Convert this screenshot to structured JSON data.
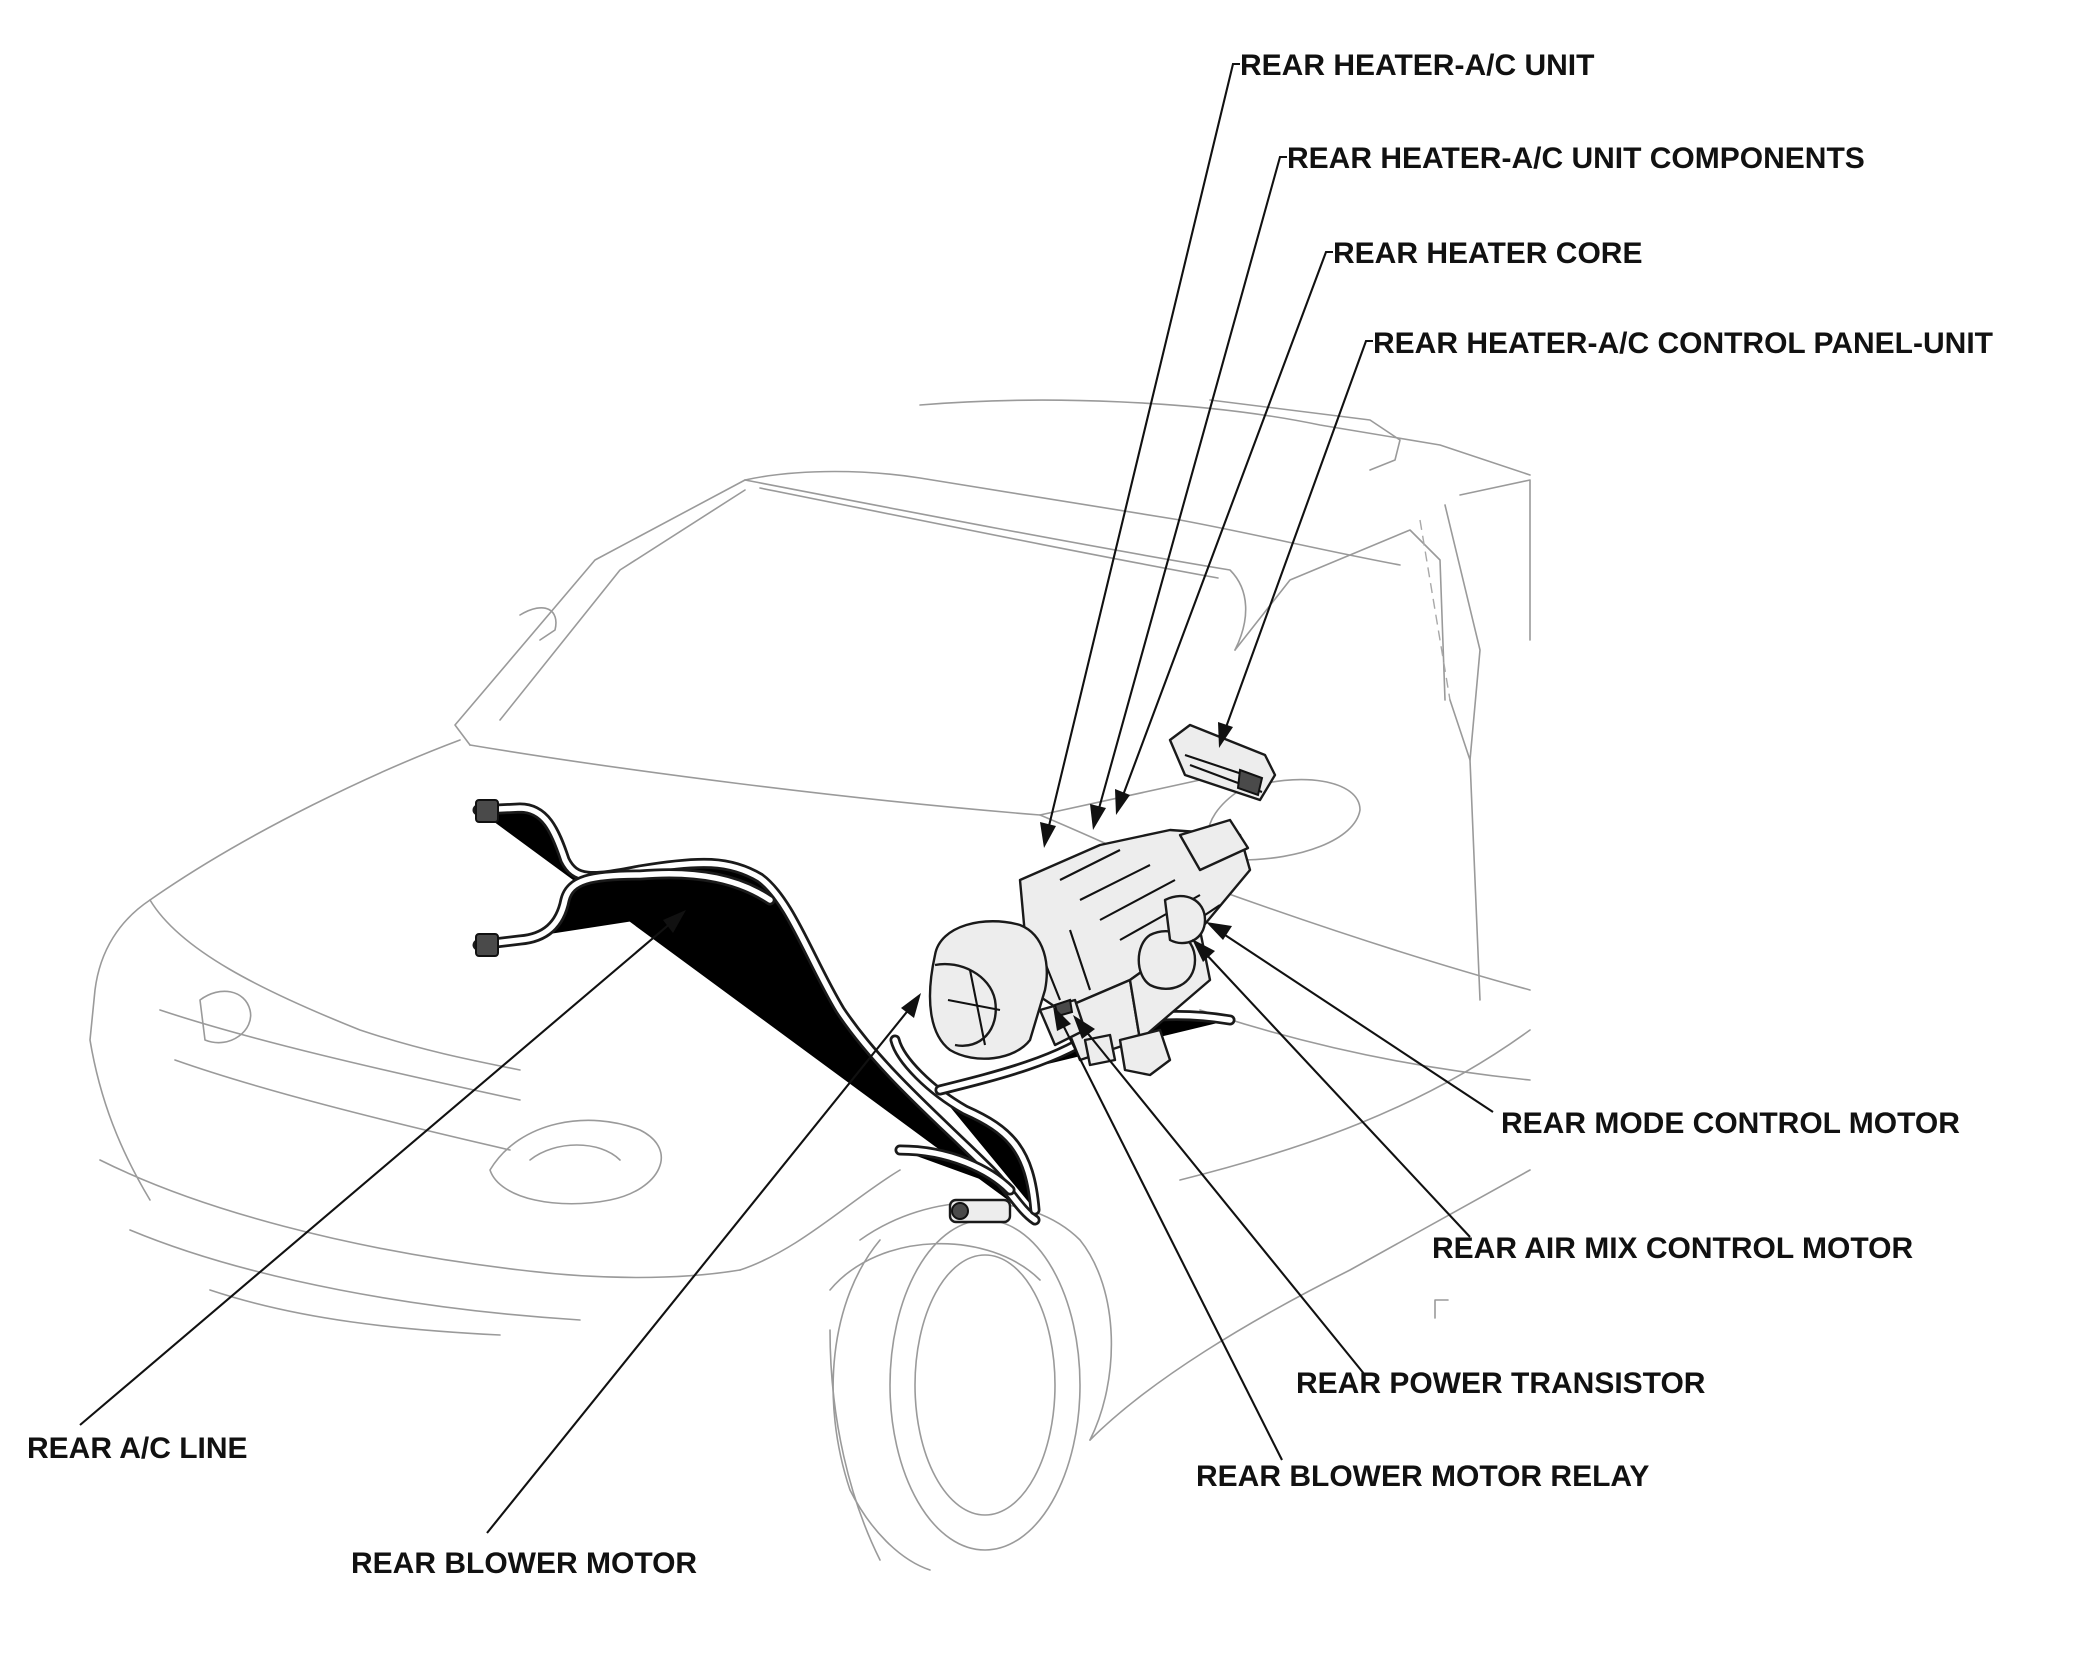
{
  "callouts": {
    "rear_heater_ac_unit": "REAR HEATER-A/C UNIT",
    "rear_heater_ac_unit_components": "REAR HEATER-A/C UNIT COMPONENTS",
    "rear_heater_core": "REAR HEATER CORE",
    "rear_heater_ac_control_panel_unit": "REAR HEATER-A/C CONTROL PANEL-UNIT",
    "rear_mode_control_motor": "REAR MODE CONTROL MOTOR",
    "rear_air_mix_control_motor": "REAR AIR MIX CONTROL MOTOR",
    "rear_power_transistor": "REAR POWER TRANSISTOR",
    "rear_blower_motor_relay": "REAR BLOWER MOTOR RELAY",
    "rear_ac_line": "REAR A/C LINE",
    "rear_blower_motor": "REAR BLOWER MOTOR"
  }
}
